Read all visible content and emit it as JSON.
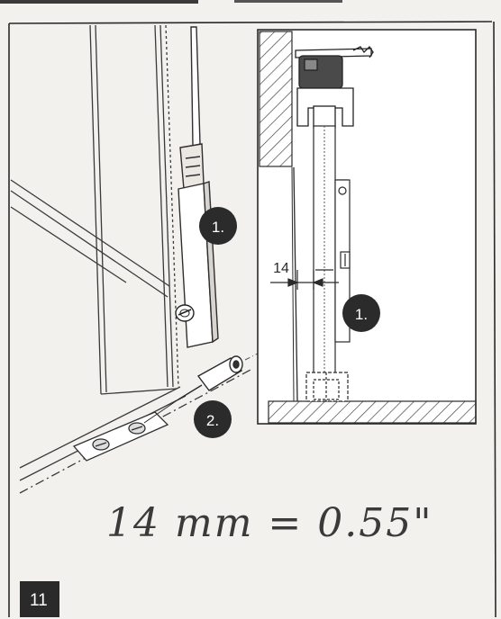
{
  "step_number": "11",
  "callouts": {
    "left_upper": "1.",
    "left_lower": "2.",
    "right": "1."
  },
  "dimension_label": "14",
  "handwritten_note": "14 mm = 0.55\""
}
